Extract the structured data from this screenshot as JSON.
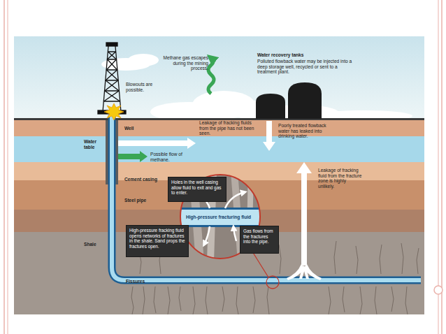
{
  "diagram": {
    "nodes": [
      {
        "text": [
          "Holes in the well casing allow fluid to exit and gas to enter."
        ]
      },
      {
        "text": [
          "High-pressure fracking fluid opens networks of fractures in the shale. Sand props the fractures open."
        ]
      },
      {
        "text": [
          "Gas flows from the fractures into the pipe."
        ]
      }
    ],
    "labels": [
      "Methane gas escapes during the mining process.",
      "Water recovery tanks",
      "Polluted flowback water may be injected into a deep storage well, recycled or sent to a treatment plant.",
      "Blowouts are possible.",
      "Well",
      "Water table",
      "Leakage of fracking fluids from the pipe has not been seen.",
      "Possible flow of methane.",
      "Poorly treated flowback water has leaked into drinking water.",
      "Cement casing",
      "Steel pipe",
      "Leakage of fracking fluid from the fracture zone is highly unlikely.",
      "High-pressure fracturing fluid",
      "Shale",
      "Fissures"
    ]
  }
}
